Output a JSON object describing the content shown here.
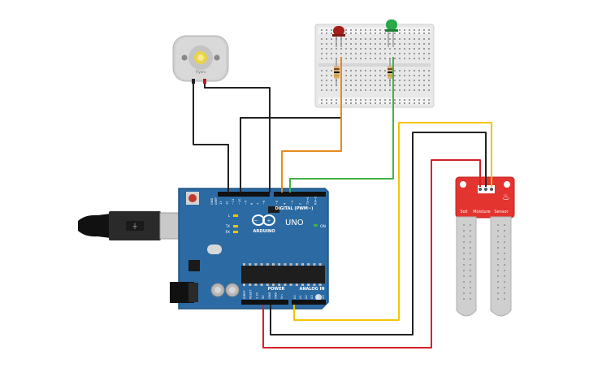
{
  "motor": {
    "label": "Flyers"
  },
  "arduino": {
    "brand": "ARDUINO",
    "model": "UNO",
    "digital_label": "DIGITAL (PWM~)",
    "power_label": "POWER",
    "analog_label": "ANALOG IN",
    "on_label": "ON",
    "led_l": "L",
    "led_tx": "TX",
    "led_rx": "RX",
    "digital_pins": [
      "13",
      "12",
      "~11",
      "~10",
      "~9",
      "8",
      "7",
      "~6",
      "~5",
      "4",
      "~3",
      "2",
      "TX→1",
      "RX←0"
    ],
    "power_pins": [
      "IOREF",
      "RESET",
      "3.3V",
      "5V",
      "GND",
      "GND",
      "Vin"
    ],
    "analog_pins": [
      "A0",
      "A1",
      "A2",
      "A3",
      "A4",
      "A5"
    ],
    "aref_labels": [
      "GND",
      "AREF"
    ]
  },
  "sensor": {
    "label_soil": "Soil",
    "label_moisture": "Moisture",
    "label_sensor": "Sensor"
  },
  "colors": {
    "board": "#2b6aa3",
    "board_edge": "#1f5582",
    "wire_red": "#d4202a",
    "wire_black": "#222222",
    "wire_orange": "#e58a1c",
    "wire_green": "#3fb34a",
    "wire_yellow": "#f2c500",
    "sensor_red": "#e3342f",
    "led_red": "#a3201a",
    "led_green": "#2aa84a"
  }
}
